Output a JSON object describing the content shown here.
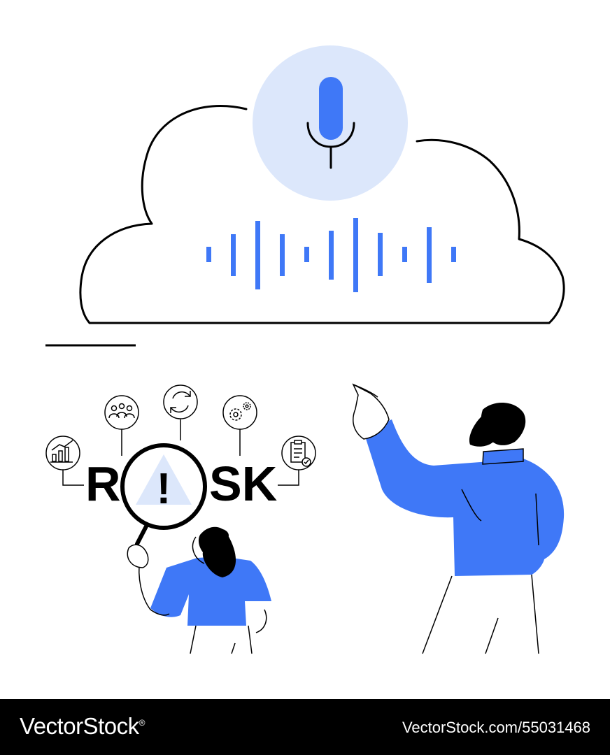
{
  "illustration": {
    "risk_word": {
      "part1": "R",
      "part2": "SK",
      "alert_mark": "!"
    },
    "icons": [
      "chart-icon",
      "team-icon",
      "refresh-icon",
      "gears-icon",
      "checklist-icon"
    ],
    "colors": {
      "blue": "#3f78f7",
      "light_blue": "#dce7fb",
      "ink": "#000000",
      "background": "#ffffff"
    }
  },
  "footer": {
    "brand": "VectorStock",
    "registered": "®",
    "image_id": "VectorStock.com/55031468"
  }
}
